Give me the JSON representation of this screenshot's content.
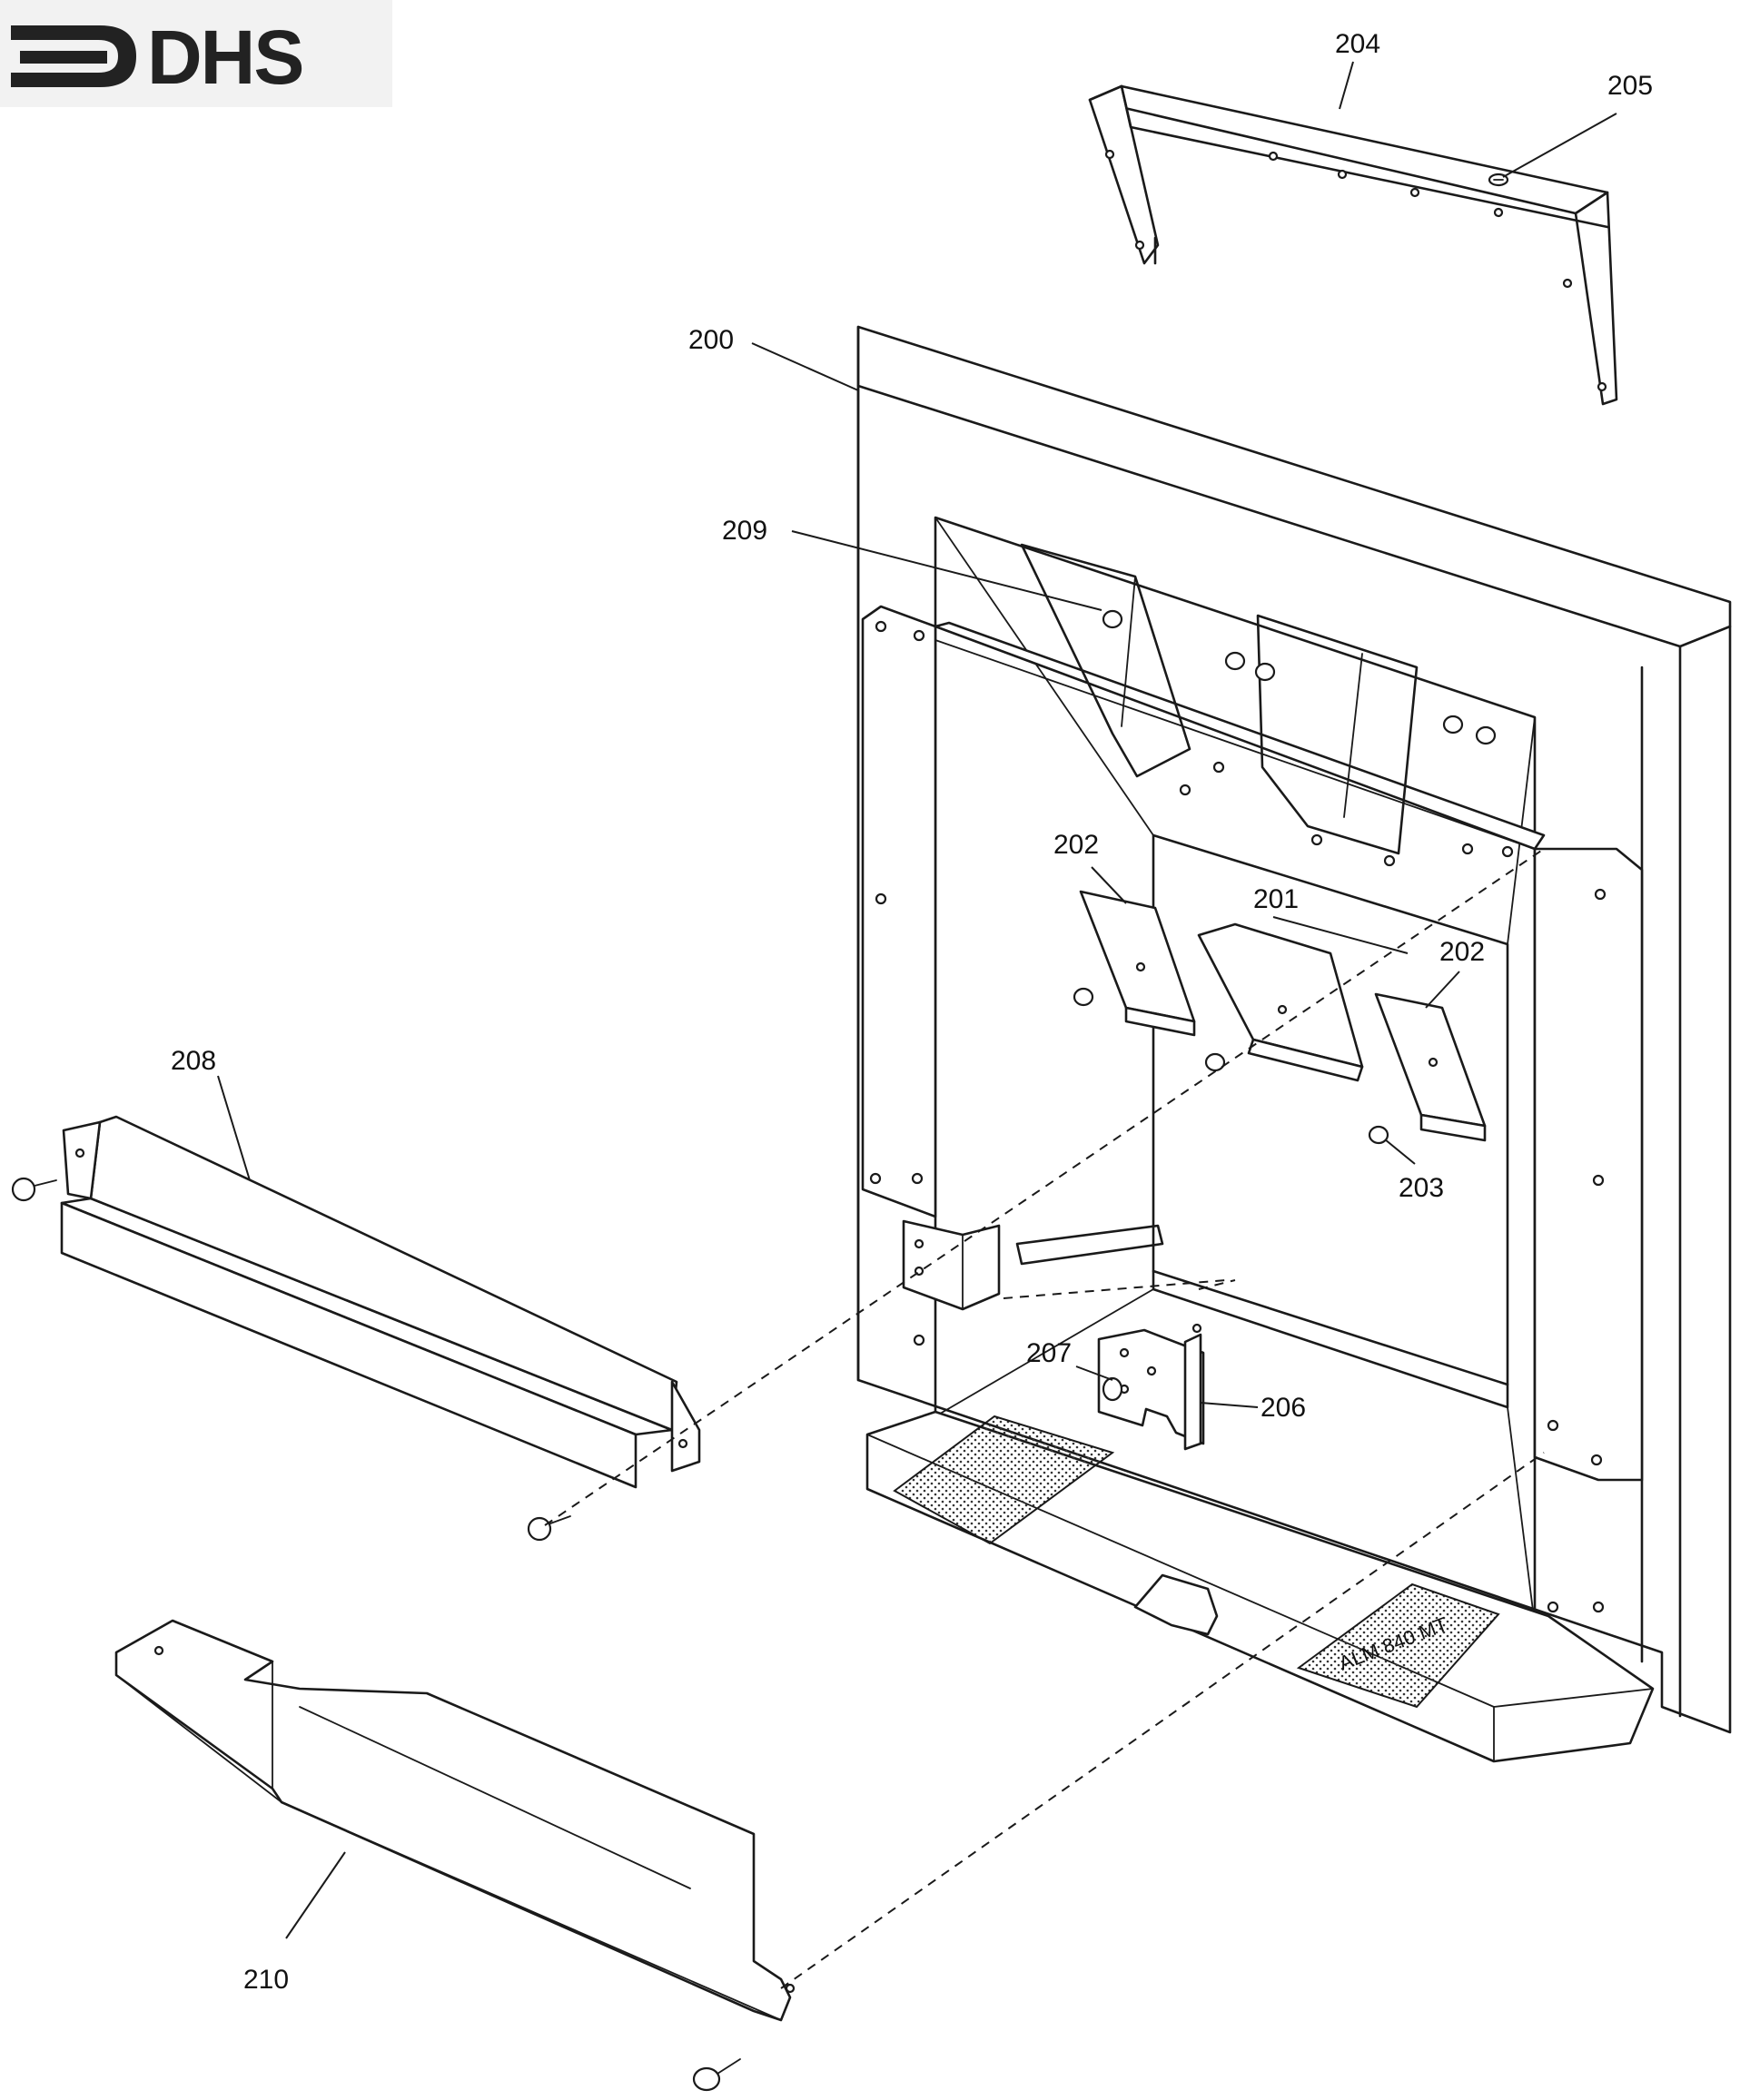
{
  "logo": {
    "text": "DHS",
    "colors": {
      "mark": "#222222",
      "background": "#f2f2f2"
    }
  },
  "plate_label": "ALM 840 MT",
  "callouts": {
    "c200": "200",
    "c201": "201",
    "c202a": "202",
    "c202b": "202",
    "c203": "203",
    "c204": "204",
    "c205": "205",
    "c206": "206",
    "c207": "207",
    "c208": "208",
    "c209": "209",
    "c210": "210"
  },
  "colors": {
    "line": "#1a1a1a",
    "paper": "#ffffff"
  }
}
